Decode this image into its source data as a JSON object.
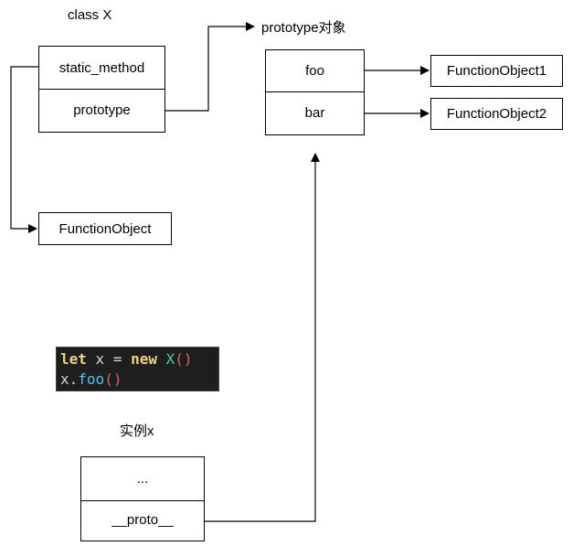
{
  "class_box": {
    "title": "class X",
    "rows": [
      "static_method",
      "prototype"
    ]
  },
  "prototype_box": {
    "title": "prototype对象",
    "rows": [
      "foo",
      "bar"
    ]
  },
  "function_objects": {
    "static": "FunctionObject",
    "foo_target": "FunctionObject1",
    "bar_target": "FunctionObject2"
  },
  "code": {
    "line1": {
      "kw1": "let",
      "var": "x",
      "eq": "=",
      "kw2": "new",
      "cls": "X",
      "parens": "()"
    },
    "line2": {
      "obj": "x",
      "dot": ".",
      "fn": "foo",
      "parens": "()"
    }
  },
  "instance_box": {
    "title": "实例x",
    "rows": [
      "...",
      "__proto__"
    ]
  }
}
